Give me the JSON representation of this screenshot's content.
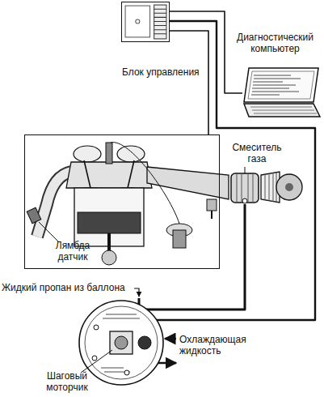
{
  "diagram": {
    "nodes": [
      {
        "text": [
          "Блок управления"
        ]
      },
      {
        "text": [
          "Диагностический компьютер"
        ]
      },
      {
        "text": [
          "Лямбда датчик"
        ]
      },
      {
        "text": [
          "Смеситель газа"
        ]
      },
      {
        "text": [
          "Шаговый моторчик"
        ]
      }
    ],
    "edges": [
      {
        "from": 0,
        "to": 1,
        "arrow": "none"
      },
      {
        "from": 0,
        "to": 2,
        "arrow": "none"
      },
      {
        "from": 0,
        "to": 4,
        "arrow": "none"
      },
      {
        "from": 3,
        "to": 4,
        "arrow": "none"
      }
    ],
    "labels": [
      "Жидкий пропан из баллона",
      "Охлаждающая жидкость"
    ]
  }
}
